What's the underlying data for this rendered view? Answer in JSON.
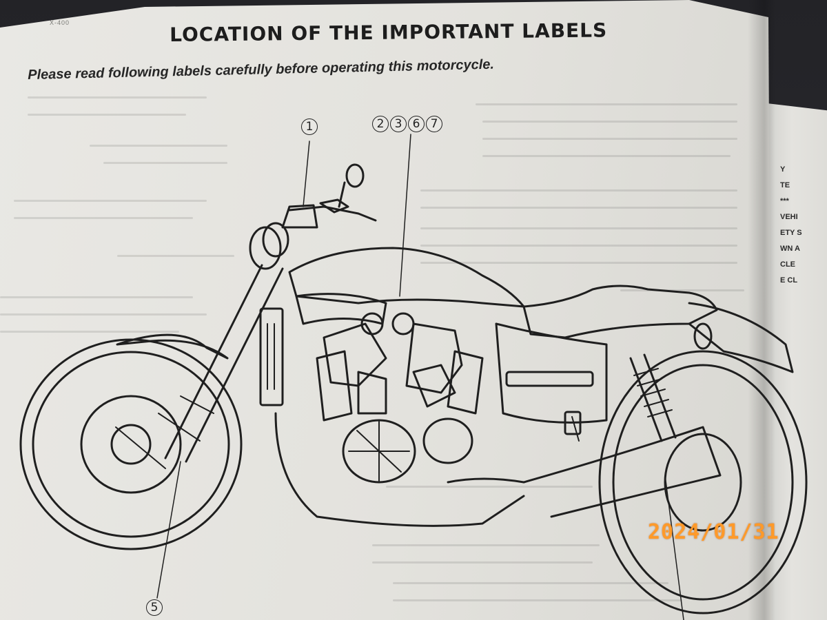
{
  "page": {
    "code": "X-400",
    "title": "LOCATION OF THE IMPORTANT LABELS",
    "instruction": "Please read following labels carefully before operating this motorcycle."
  },
  "callouts": {
    "label_1": "1",
    "label_2": "2",
    "label_3": "3",
    "label_6": "6",
    "label_7": "7",
    "label_5": "5"
  },
  "facing_page": {
    "lines": [
      "Y",
      "TE",
      "***",
      "VEHI",
      "ETY S",
      "WN A",
      "CLE",
      "E CL"
    ]
  },
  "photo_stamp": "2024/01/31",
  "colors": {
    "paper": "#e6e5e1",
    "ink": "#1d1d1d",
    "stamp": "#ff9a2a"
  }
}
